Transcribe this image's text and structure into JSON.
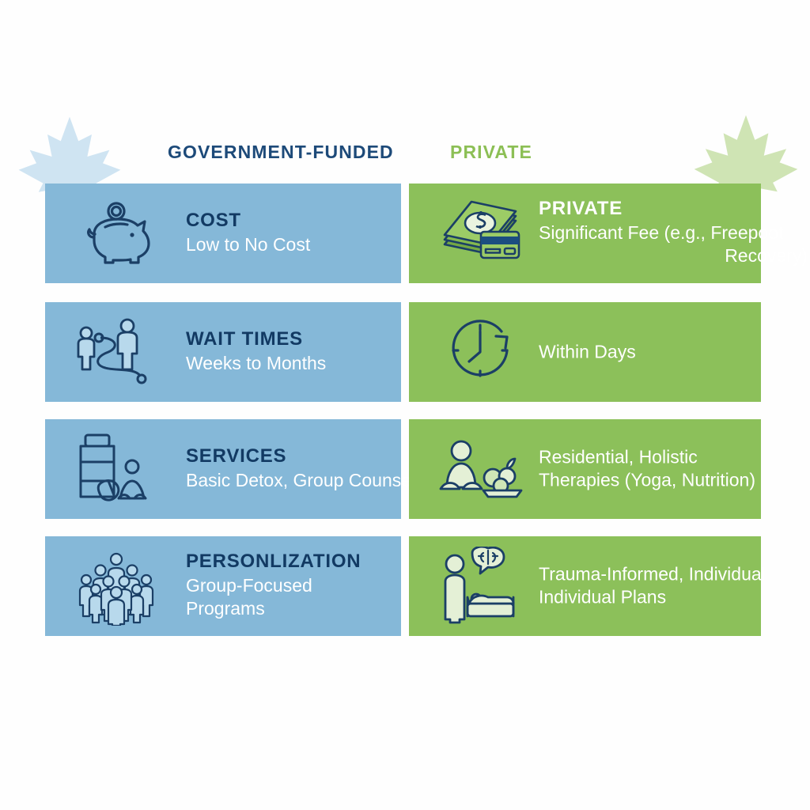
{
  "background_color": "#fefefe",
  "palette": {
    "gov_card": "#85b8d8",
    "private_card": "#8cc05a",
    "gov_heading": "#1d4a79",
    "private_heading": "#8cbf55",
    "kicker_dark": "#123a63",
    "value_text": "#ffffff",
    "icon_stroke": "#1b3f66",
    "leaf_blue": "#cfe4f2",
    "leaf_green": "#cfe4b4"
  },
  "decorations": [
    {
      "name": "maple-leaf-left",
      "color": "#cfe4f2"
    },
    {
      "name": "maple-leaf-right",
      "color": "#cfe4b4"
    }
  ],
  "columns": [
    {
      "id": "government",
      "header": "GOVERNMENT-FUNDED"
    },
    {
      "id": "private",
      "header": "PRIVATE"
    }
  ],
  "rows": [
    {
      "government": {
        "kicker": "COST",
        "value": "Low to No Cost",
        "icon": "piggy-bank-icon"
      },
      "private": {
        "kicker": "PRIVATE",
        "value_line1": "Significant Fee (e.g., Freepoot",
        "value_line2": "Recovery)",
        "icon": "cash-and-credit-card-icon"
      }
    },
    {
      "government": {
        "kicker": "WAIT TIMES",
        "value": "Weeks to Months",
        "icon": "queue-path-people-icon"
      },
      "private": {
        "kicker": "",
        "value": "Within Days",
        "icon": "clock-arrow-icon"
      }
    },
    {
      "government": {
        "kicker": "SERVICES",
        "value": "Basic Detox, Group Counseling",
        "icon": "pill-bottle-meditation-icon"
      },
      "private": {
        "kicker": "",
        "value_line1": "Residential, Holistic",
        "value_line2": "Therapies (Yoga, Nutrition)",
        "icon": "meditation-healthy-food-icon"
      }
    },
    {
      "government": {
        "kicker": "PERSONLIZATION",
        "value_line1": "Group-Focused",
        "value_line2": "Programs",
        "icon": "crowd-of-people-icon"
      },
      "private": {
        "kicker": "",
        "value_line1": "Trauma-Informed, Individual",
        "value_line2": "Individual Plans",
        "icon": "person-bed-brain-icon"
      }
    }
  ]
}
